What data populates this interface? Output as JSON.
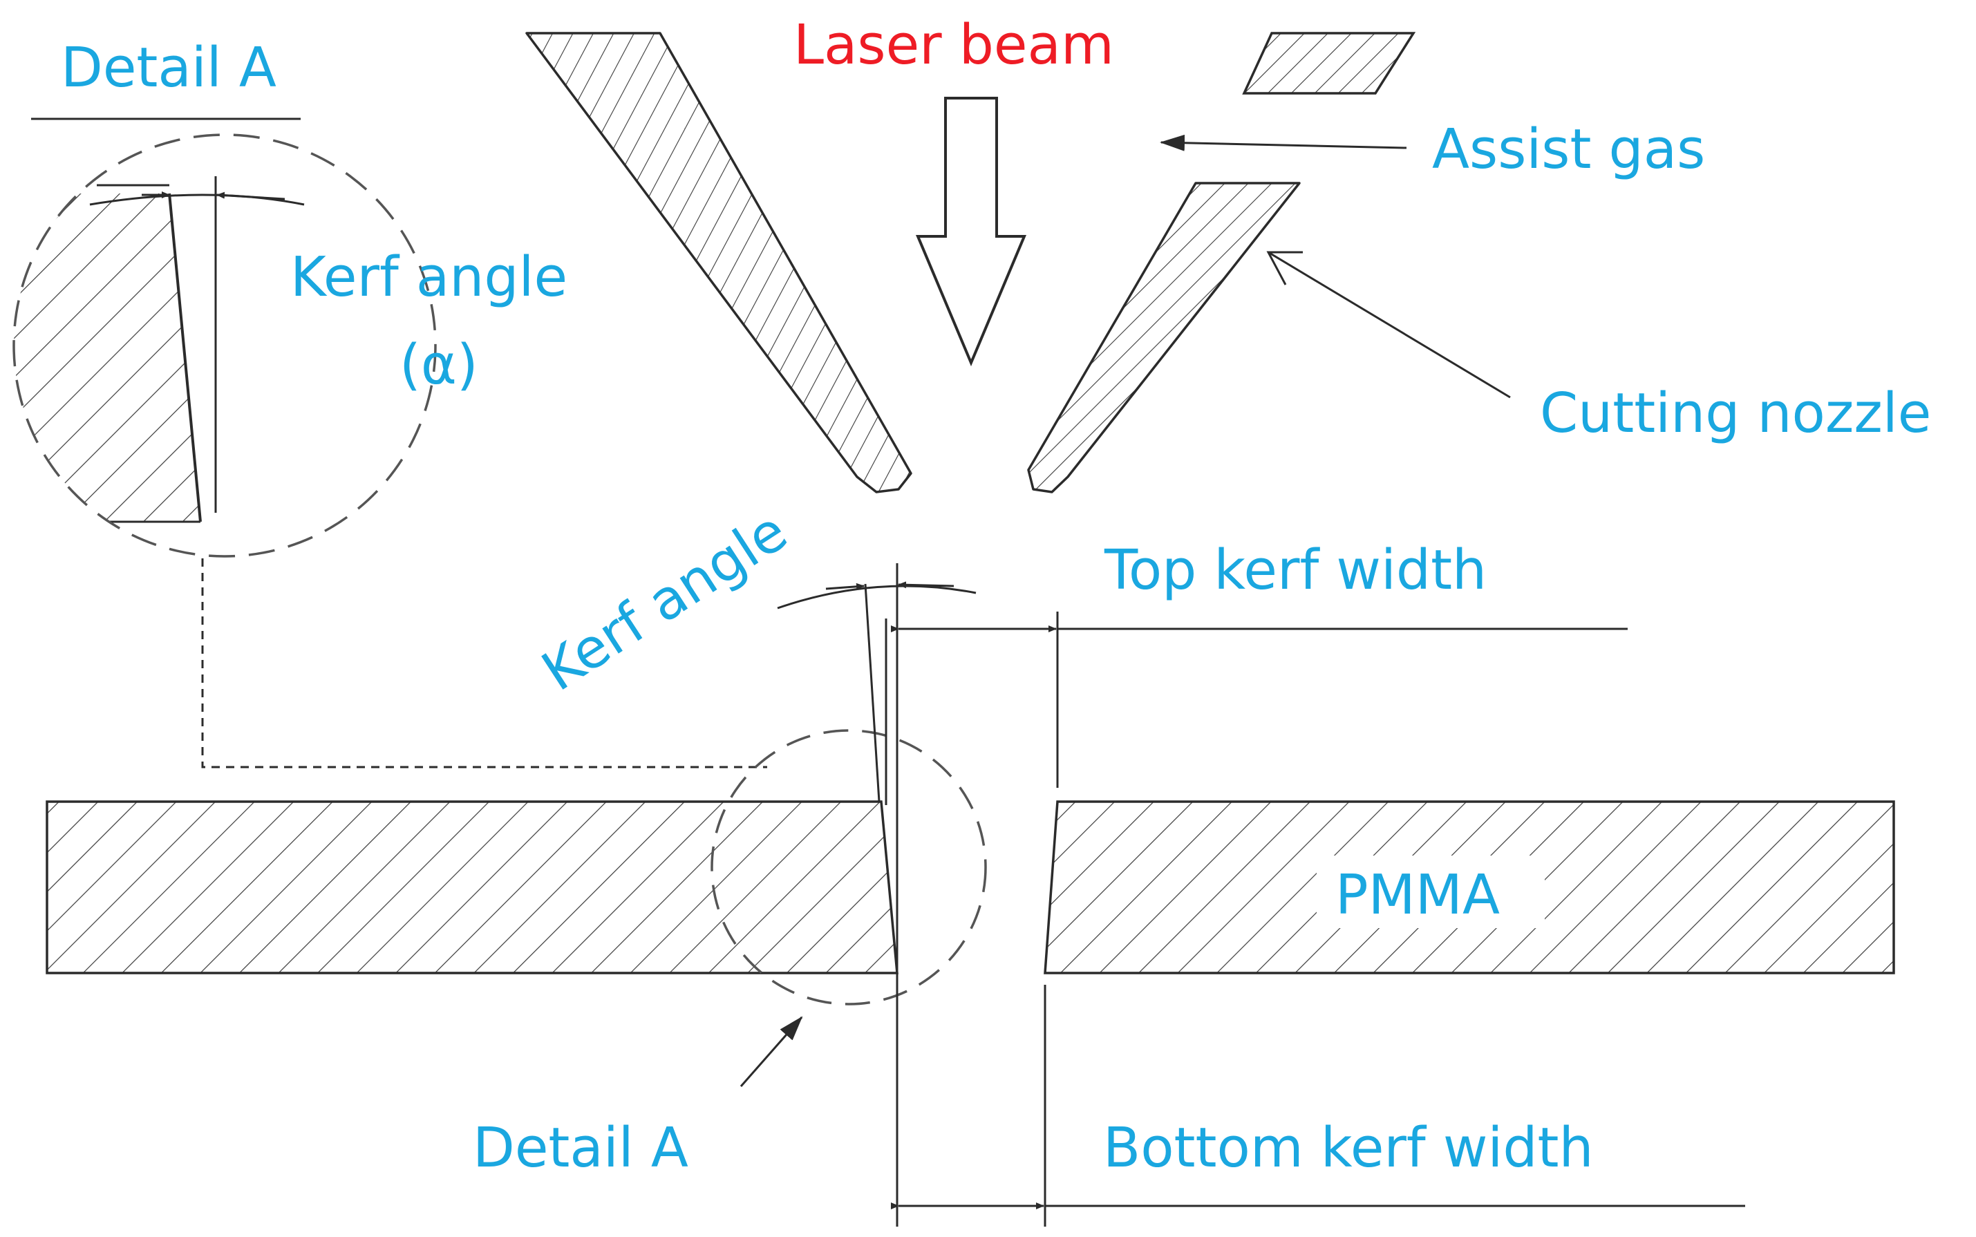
{
  "labels": {
    "detail_a_title": "Detail A",
    "laser_beam": "Laser beam",
    "assist_gas": "Assist gas",
    "cutting_nozzle": "Cutting nozzle",
    "kerf_angle_detail": "Kerf angle",
    "kerf_angle_symbol": "(α)",
    "kerf_angle_main": "Kerf angle",
    "top_kerf_width": "Top kerf width",
    "pmma": "PMMA",
    "detail_a_callout": "Detail A",
    "bottom_kerf_width": "Bottom kerf width"
  },
  "colors": {
    "label_blue": "#1aa7e0",
    "label_red": "#ee1c25",
    "line": "#2b2b2b",
    "hatch": "#3a3a3a",
    "dashed": "#555555"
  }
}
